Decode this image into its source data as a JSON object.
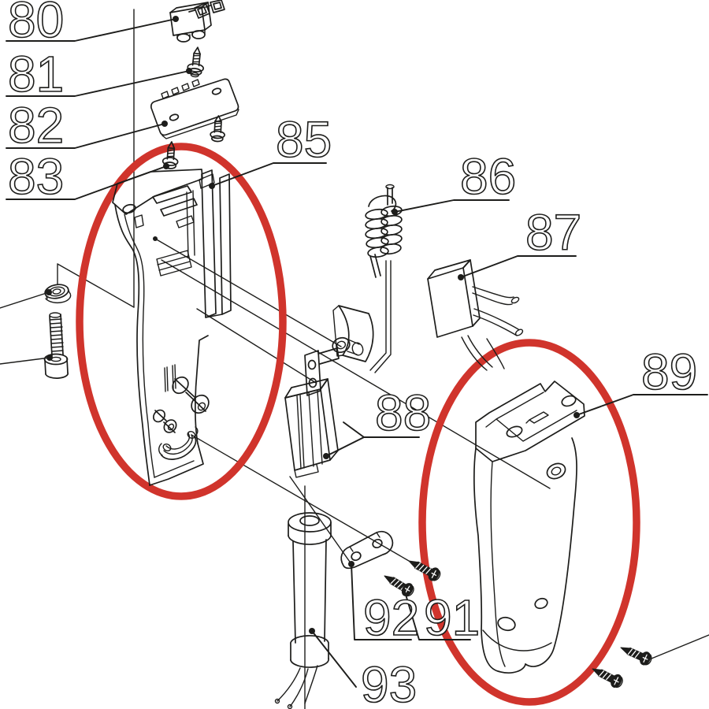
{
  "figure": {
    "type": "exploded-parts-diagram",
    "background_color": "#ffffff",
    "ink_color": "#1d1d1b",
    "highlight_color": "#d0342c",
    "callouts": {
      "c80": "80",
      "c81": "81",
      "c82": "82",
      "c83": "83",
      "c85": "85",
      "c86": "86",
      "c87": "87",
      "c88": "88",
      "c89": "89",
      "c91": "91",
      "c92": "92",
      "c93": "93"
    },
    "parts": [
      {
        "callout": "80",
        "name": "terminal-connector-block"
      },
      {
        "callout": "81",
        "name": "tapping-screw"
      },
      {
        "callout": "82",
        "name": "cover-plate"
      },
      {
        "callout": "83",
        "name": "tapping-screw"
      },
      {
        "callout": "85",
        "name": "handle-housing-left-half",
        "highlighted": true
      },
      {
        "callout": "86",
        "name": "coil-with-lead-wire"
      },
      {
        "callout": "87",
        "name": "capacitor-with-leads"
      },
      {
        "callout": "88",
        "name": "trigger-switch"
      },
      {
        "callout": "89",
        "name": "handle-housing-right-half",
        "highlighted": true
      },
      {
        "callout": "91",
        "name": "tapping-screws"
      },
      {
        "callout": "92",
        "name": "cord-clamp"
      },
      {
        "callout": "93",
        "name": "cord-sleeve"
      }
    ]
  }
}
